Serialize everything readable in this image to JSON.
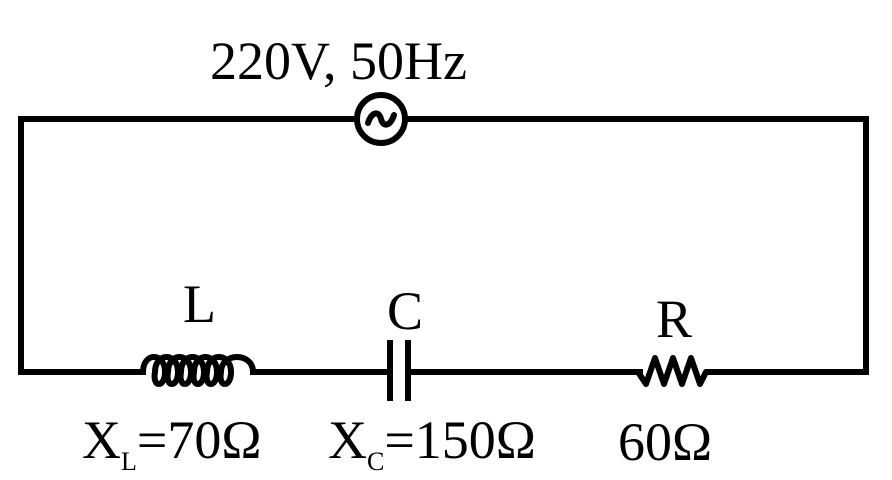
{
  "source": {
    "label": "220V, 50Hz",
    "symbol": "~",
    "icon": "ac-source-icon"
  },
  "inductor": {
    "name": "L",
    "reactance_symbol": "X",
    "reactance_subscript": "L",
    "reactance_value": "=70Ω",
    "icon": "inductor-coil-icon"
  },
  "capacitor": {
    "name": "C",
    "reactance_symbol": "X",
    "reactance_subscript": "C",
    "reactance_value": "=150Ω",
    "icon": "capacitor-icon"
  },
  "resistor": {
    "name": "R",
    "resistance_value": "60Ω",
    "icon": "resistor-zigzag-icon"
  },
  "colors": {
    "line": "#000000",
    "background": "#ffffff"
  }
}
